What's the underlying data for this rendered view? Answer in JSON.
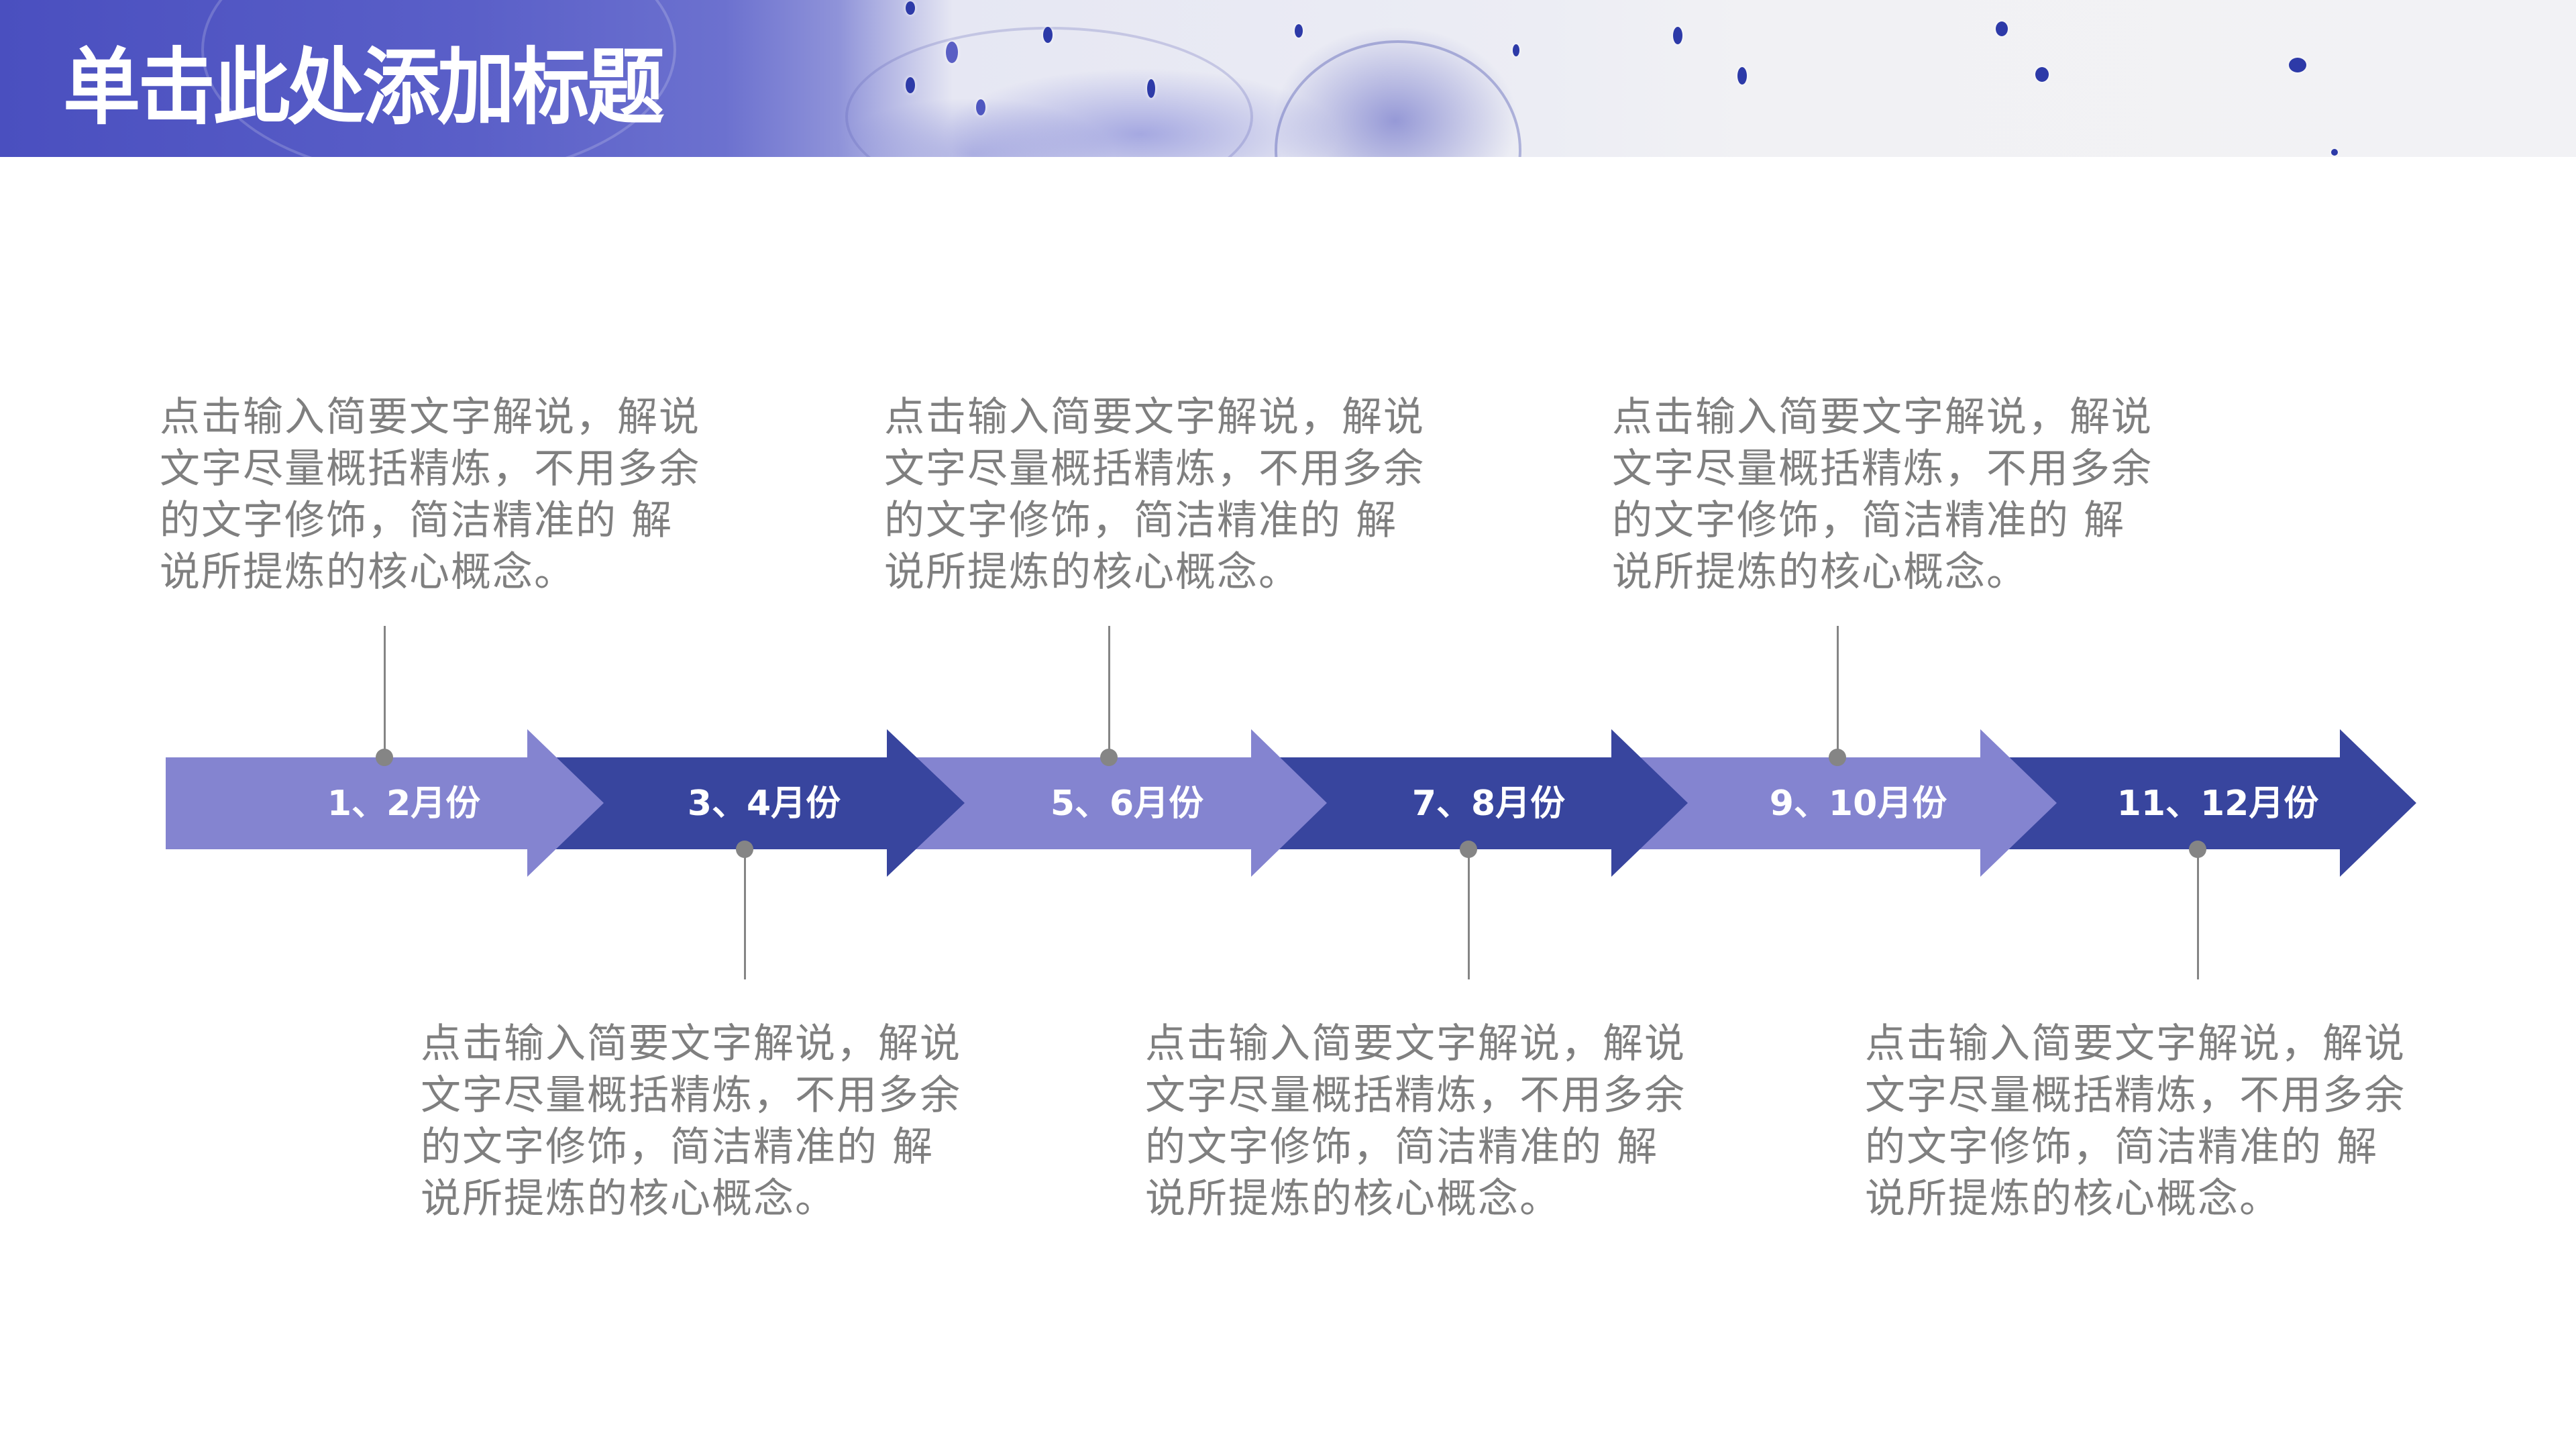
{
  "slide": {
    "title": "单击此处添加标题",
    "colors": {
      "arrow_light": "#8484d0",
      "arrow_dark": "#38459e",
      "text_gray": "#7f7f7f",
      "connector_gray": "#858585",
      "header_blue": "#4a4fbf"
    }
  },
  "timeline": {
    "stages": [
      {
        "label": "1、2月份",
        "tone": "light",
        "description": "点击输入简要文字解说，解说\n文字尽量概括精炼，不用多余\n的文字修饰，简洁精准的 解\n说所提炼的核心概念。",
        "callout_side": "top"
      },
      {
        "label": "3、4月份",
        "tone": "dark",
        "description": "点击输入简要文字解说，解说\n文字尽量概括精炼，不用多余\n的文字修饰，简洁精准的 解\n说所提炼的核心概念。",
        "callout_side": "bottom"
      },
      {
        "label": "5、6月份",
        "tone": "light",
        "description": "点击输入简要文字解说，解说\n文字尽量概括精炼，不用多余\n的文字修饰，简洁精准的 解\n说所提炼的核心概念。",
        "callout_side": "top"
      },
      {
        "label": "7、8月份",
        "tone": "dark",
        "description": "点击输入简要文字解说，解说\n文字尽量概括精炼，不用多余\n的文字修饰，简洁精准的 解\n说所提炼的核心概念。",
        "callout_side": "bottom"
      },
      {
        "label": "9、10月份",
        "tone": "light",
        "description": "点击输入简要文字解说，解说\n文字尽量概括精炼，不用多余\n的文字修饰，简洁精准的 解\n说所提炼的核心概念。",
        "callout_side": "top"
      },
      {
        "label": "11、12月份",
        "tone": "dark",
        "description": "点击输入简要文字解说，解说\n文字尽量概括精炼，不用多余\n的文字修饰，简洁精准的 解\n说所提炼的核心概念。",
        "callout_side": "bottom"
      }
    ]
  }
}
